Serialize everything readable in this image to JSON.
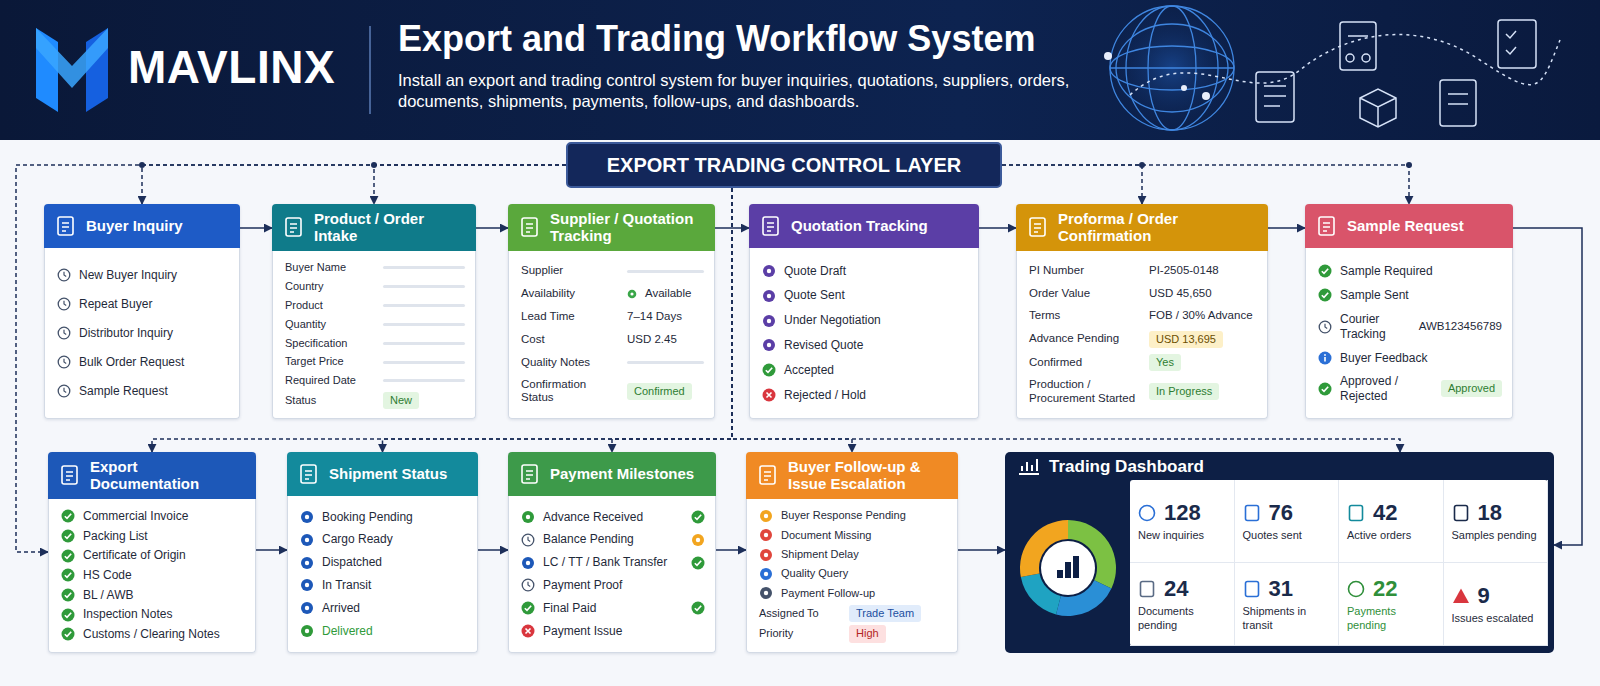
{
  "diagram": {
    "title": "Export and Trading Workflow System",
    "caption": "Install an export and trading control system for buyer inquiries, quotations, suppliers, orders, documents, shipments, payments, follow-ups, and dashboards.",
    "nodes": [
      {
        "text": [
          "EXPORT TRADING CONTROL LAYER"
        ]
      },
      {
        "text": [
          "Buyer Inquiry",
          "New Buyer Inquiry",
          "Repeat Buyer",
          "Distributor Inquiry",
          "Bulk Order Request",
          "Sample Request"
        ]
      },
      {
        "text": [
          "Product / Order Intake",
          "Buyer Name",
          "Country",
          "Product",
          "Quantity",
          "Specification",
          "Target Price",
          "Required Date",
          "Status"
        ]
      },
      {
        "text": [
          "New"
        ],
        "in": 2
      },
      {
        "text": [
          "Supplier / Quotation Tracking",
          "Supplier",
          "Availability",
          "Available",
          "Lead Time",
          "7–14 Days",
          "Cost",
          "USD 2.45",
          "Quality Notes",
          "Confirmation Status"
        ]
      },
      {
        "text": [
          "Confirmed"
        ],
        "in": 4
      },
      {
        "text": [
          "Quotation Tracking",
          "Quote Draft",
          "Quote Sent",
          "Under Negotiation",
          "Revised Quote",
          "Accepted",
          "Rejected / Hold"
        ]
      },
      {
        "text": [
          "Proforma / Order Confirmation",
          "PI Number",
          "PI-2505-0148",
          "Order Value",
          "USD 45,650",
          "Terms",
          "FOB / 30% Advance",
          "Advance Pending",
          "Confirmed",
          "Production / Procurement Started"
        ]
      },
      {
        "text": [
          "USD 13,695"
        ],
        "in": 7
      },
      {
        "text": [
          "Yes"
        ],
        "in": 7
      },
      {
        "text": [
          "In Progress"
        ],
        "in": 7
      },
      {
        "text": [
          "Sample Request",
          "Sample Required",
          "Sample Sent",
          "Courier Tracking",
          "AWB123456789",
          "Buyer Feedback",
          "Approved / Rejected"
        ]
      },
      {
        "text": [
          "Approved"
        ],
        "in": 11
      },
      {
        "text": [
          "Export Documentation",
          "Commercial Invoice",
          "Packing List",
          "Certificate of Origin",
          "HS Code",
          "BL / AWB",
          "Inspection Notes",
          "Customs / Clearing Notes"
        ]
      },
      {
        "text": [
          "Shipment Status",
          "Booking Pending",
          "Cargo Ready",
          "Dispatched",
          "In Transit",
          "Arrived",
          "Delivered"
        ]
      },
      {
        "text": [
          "Payment Milestones",
          "Advance Received",
          "Balance Pending",
          "LC / TT / Bank Transfer",
          "Payment Proof",
          "Final Paid",
          "Payment Issue"
        ]
      },
      {
        "text": [
          "Buyer Follow-up & Issue Escalation",
          "Buyer Response Pending",
          "Document Missing",
          "Shipment Delay",
          "Quality Query",
          "Payment Follow-up",
          "Assigned To",
          "Priority"
        ]
      },
      {
        "text": [
          "Trade Team"
        ],
        "in": 16
      },
      {
        "text": [
          "High"
        ],
        "in": 16
      },
      {
        "text": [
          "Trading Dashboard"
        ]
      },
      {
        "text": [
          "128",
          "New inquiries"
        ],
        "in": 19
      },
      {
        "text": [
          "76",
          "Quotes sent"
        ],
        "in": 19
      },
      {
        "text": [
          "42",
          "Active orders"
        ],
        "in": 19
      },
      {
        "text": [
          "18",
          "Samples pending"
        ],
        "in": 19
      },
      {
        "text": [
          "24",
          "Documents pending"
        ],
        "in": 19
      },
      {
        "text": [
          "31",
          "Shipments in transit"
        ],
        "in": 19
      },
      {
        "text": [
          "22",
          "Payments pending"
        ],
        "in": 19
      },
      {
        "text": [
          "9",
          "Issues escalated"
        ],
        "in": 19
      }
    ],
    "edges": [
      {
        "from": 1,
        "to": 2,
        "arrow": "to"
      },
      {
        "from": 2,
        "to": 4,
        "arrow": "to"
      },
      {
        "from": 4,
        "to": 6,
        "arrow": "to"
      },
      {
        "from": 6,
        "to": 7,
        "arrow": "to"
      },
      {
        "from": 7,
        "to": 11,
        "arrow": "to"
      },
      {
        "from": 11,
        "to": 19,
        "arrow": "to"
      },
      {
        "from": 13,
        "to": 14,
        "arrow": "to"
      },
      {
        "from": 14,
        "to": 15,
        "arrow": "to"
      },
      {
        "from": 15,
        "to": 16,
        "arrow": "to"
      },
      {
        "from": 16,
        "to": 19,
        "arrow": "to"
      },
      {
        "from": 0,
        "to": 1,
        "arrow": "to"
      },
      {
        "from": 0,
        "to": 2,
        "arrow": "to"
      },
      {
        "from": 0,
        "to": 7,
        "arrow": "to"
      },
      {
        "from": 0,
        "to": 11,
        "arrow": "to"
      },
      {
        "from": 0,
        "to": 13,
        "arrow": "to"
      },
      {
        "from": 0,
        "to": 13,
        "arrow": "to"
      },
      {
        "from": 0,
        "to": 14,
        "arrow": "to"
      },
      {
        "from": 0,
        "to": 15,
        "arrow": "to"
      },
      {
        "from": 0,
        "to": 16,
        "arrow": "to"
      },
      {
        "from": 0,
        "to": 19,
        "arrow": "to"
      }
    ],
    "labels": [
      "MAVLINX"
    ]
  }
}
